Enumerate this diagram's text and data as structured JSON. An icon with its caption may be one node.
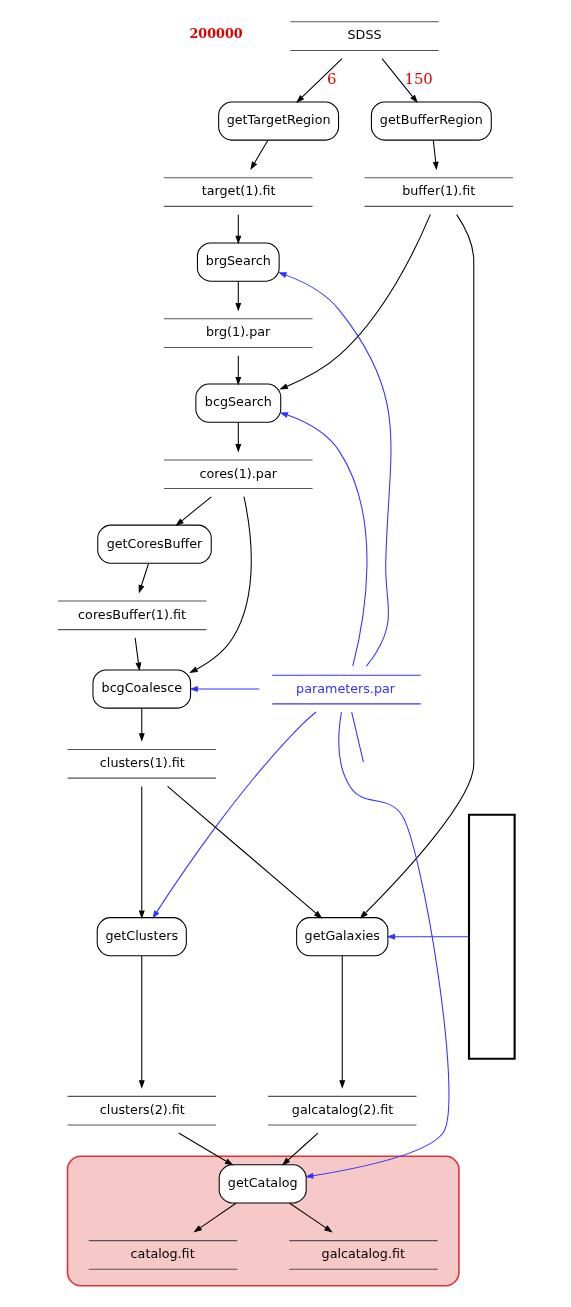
{
  "diagram": {
    "nodes": [
      {
        "text": [
          "SDSS"
        ],
        "beside": [
          "200000"
        ]
      },
      {
        "text": [
          "getTargetRegion"
        ]
      },
      {
        "text": [
          "getBufferRegion"
        ]
      },
      {
        "text": [
          "target(1).fit"
        ]
      },
      {
        "text": [
          "buffer(1).fit"
        ]
      },
      {
        "text": [
          "brgSearch"
        ]
      },
      {
        "text": [
          "brg(1).par"
        ]
      },
      {
        "text": [
          "bcgSearch"
        ]
      },
      {
        "text": [
          "cores(1).par"
        ]
      },
      {
        "text": [
          "getCoresBuffer"
        ]
      },
      {
        "text": [
          "coresBuffer(1).fit"
        ]
      },
      {
        "text": [
          "parameters.par"
        ]
      },
      {
        "text": [
          "bcgCoalesce"
        ]
      },
      {
        "text": [
          "clusters(1).fit"
        ]
      },
      {
        "text": [
          "getClusters"
        ]
      },
      {
        "text": [
          "getGalaxies"
        ]
      },
      {
        "text": [
          "clusters(2).fit"
        ]
      },
      {
        "text": [
          "galcatalog(2).fit"
        ]
      },
      {
        "text": [],
        "shape": "octagon"
      },
      {
        "text": [
          "getCatalog"
        ],
        "in": 18
      },
      {
        "text": [
          "catalog.fit"
        ],
        "in": 18
      },
      {
        "text": [
          "galcatalog.fit"
        ],
        "in": 18
      },
      {
        "text": [],
        "shape": "box"
      }
    ],
    "edges": [
      {
        "from": 0,
        "to": 1,
        "arrow": "to",
        "label": "6"
      },
      {
        "from": 0,
        "to": 2,
        "arrow": "to",
        "label": "150"
      },
      {
        "from": 1,
        "to": 3,
        "arrow": "to"
      },
      {
        "from": 2,
        "to": 4,
        "arrow": "to"
      },
      {
        "from": 3,
        "to": 5,
        "arrow": "to"
      },
      {
        "from": 5,
        "to": 6,
        "arrow": "to"
      },
      {
        "from": 6,
        "to": 7,
        "arrow": "to"
      },
      {
        "from": 4,
        "to": 7,
        "arrow": "to"
      },
      {
        "from": 4,
        "to": 15,
        "arrow": "to"
      },
      {
        "from": 7,
        "to": 8,
        "arrow": "to"
      },
      {
        "from": 8,
        "to": 9,
        "arrow": "to"
      },
      {
        "from": 8,
        "to": 12,
        "arrow": "to"
      },
      {
        "from": 9,
        "to": 10,
        "arrow": "to"
      },
      {
        "from": 10,
        "to": 12,
        "arrow": "to"
      },
      {
        "from": 11,
        "to": 5,
        "arrow": "to",
        "color": "#3333ff"
      },
      {
        "from": 11,
        "to": 7,
        "arrow": "to",
        "color": "#3333ff"
      },
      {
        "from": 11,
        "to": 12,
        "arrow": "to",
        "color": "#3333ff"
      },
      {
        "from": 11,
        "to": 14,
        "arrow": "to",
        "color": "#3333ff"
      },
      {
        "from": 11,
        "to": 19,
        "arrow": "to",
        "color": "#3333ff"
      },
      {
        "from": 11,
        "to": null,
        "arrow": "none",
        "color": "#3333ff"
      },
      {
        "from": 12,
        "to": 13,
        "arrow": "to"
      },
      {
        "from": 13,
        "to": 14,
        "arrow": "to"
      },
      {
        "from": 13,
        "to": 15,
        "arrow": "to"
      },
      {
        "from": 14,
        "to": 16,
        "arrow": "to"
      },
      {
        "from": 15,
        "to": 17,
        "arrow": "to"
      },
      {
        "from": 16,
        "to": 19,
        "arrow": "to"
      },
      {
        "from": 17,
        "to": 19,
        "arrow": "to"
      },
      {
        "from": 19,
        "to": 20,
        "arrow": "to"
      },
      {
        "from": 19,
        "to": 21,
        "arrow": "to"
      },
      {
        "from": 22,
        "to": 15,
        "arrow": "to",
        "color": "#3333ff"
      }
    ]
  }
}
